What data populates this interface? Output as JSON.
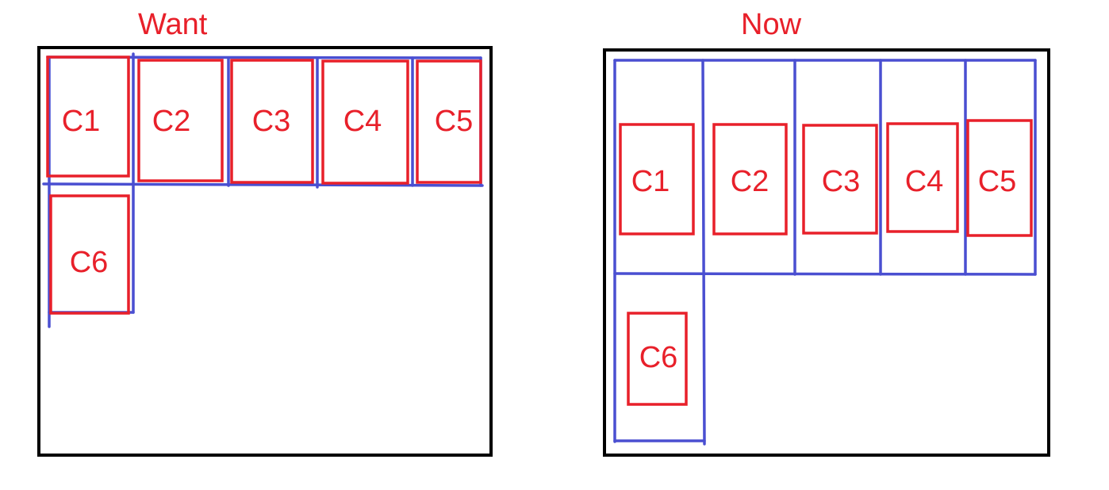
{
  "panels": {
    "want": {
      "title": "Want",
      "boxes": [
        "C1",
        "C2",
        "C3",
        "C4",
        "C5",
        "C6"
      ]
    },
    "now": {
      "title": "Now",
      "boxes": [
        "C1",
        "C2",
        "C3",
        "C4",
        "C5",
        "C6"
      ]
    }
  },
  "colors": {
    "title": "#e8202a",
    "box": "#e8202a",
    "cell": "#4a4fd1",
    "frame": "#000000",
    "background": "#ffffff"
  }
}
